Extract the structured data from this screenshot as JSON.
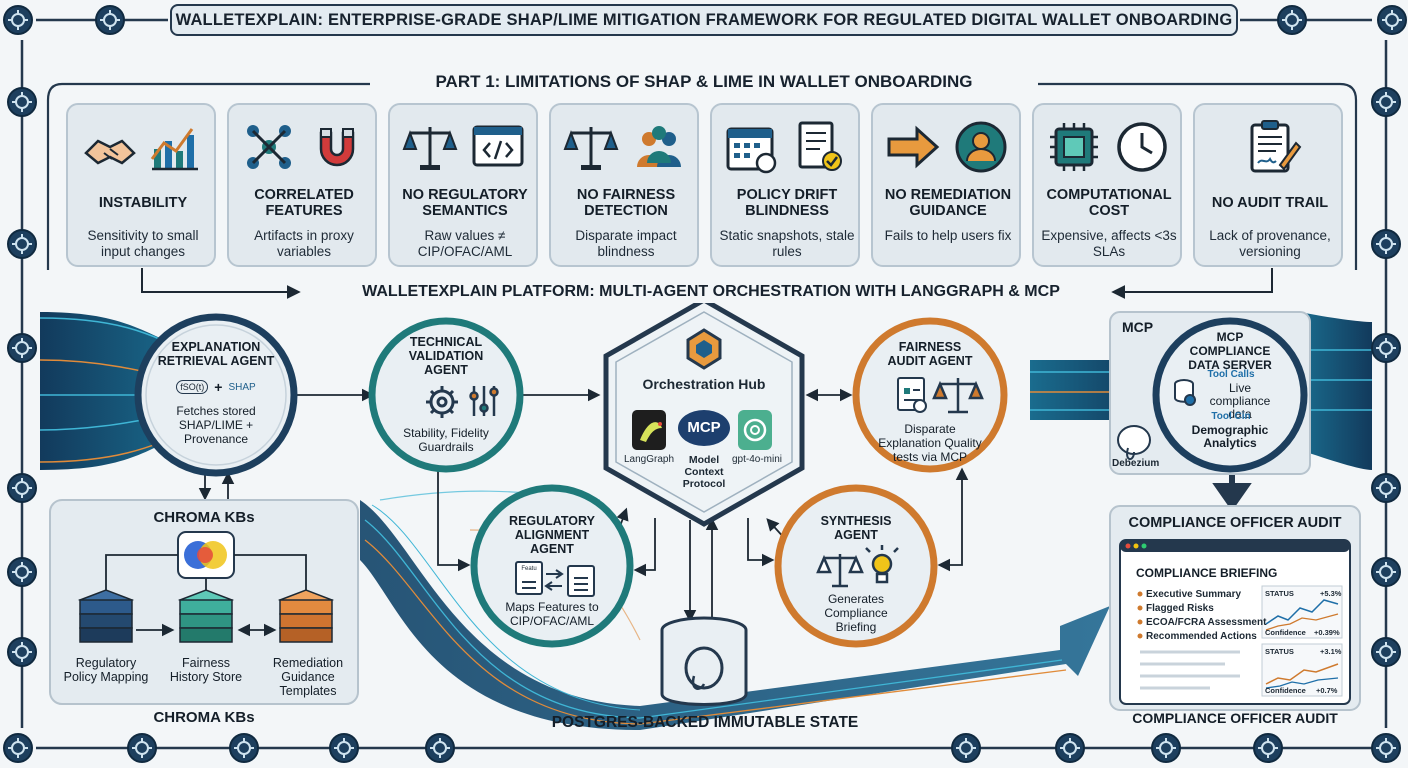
{
  "title": "WALLETEXPLAIN: ENTERPRISE-GRADE SHAP/LIME MITIGATION FRAMEWORK FOR REGULATED DIGITAL WALLET ONBOARDING",
  "part1": {
    "title": "PART 1: LIMITATIONS OF SHAP & LIME IN WALLET ONBOARDING",
    "limitations": [
      {
        "title": "INSTABILITY",
        "desc": "Sensitivity to small input changes",
        "icons": [
          "handshake-icon",
          "bar-chart-icon"
        ]
      },
      {
        "title": "CORRELATED FEATURES",
        "desc": "Artifacts in proxy variables",
        "icons": [
          "network-icon",
          "magnet-icon"
        ]
      },
      {
        "title": "NO REGULATORY SEMANTICS",
        "desc": "Raw values ≠ CIP/OFAC/AML",
        "icons": [
          "scales-icon",
          "code-window-icon"
        ]
      },
      {
        "title": "NO FAIRNESS DETECTION",
        "desc": "Disparate impact blindness",
        "icons": [
          "scales-icon",
          "people-icon"
        ]
      },
      {
        "title": "POLICY DRIFT BLINDNESS",
        "desc": "Static snapshots, stale rules",
        "icons": [
          "calendar-icon",
          "document-check-icon"
        ]
      },
      {
        "title": "NO REMEDIATION GUIDANCE",
        "desc": "Fails to help users fix",
        "icons": [
          "arrow-right-icon",
          "user-icon"
        ]
      },
      {
        "title": "COMPUTATIONAL COST",
        "desc": "Expensive, affects <3s SLAs",
        "icons": [
          "chip-icon",
          "clock-icon"
        ]
      },
      {
        "title": "NO AUDIT TRAIL",
        "desc": "Lack of provenance, versioning",
        "icons": [
          "clipboard-sign-icon"
        ]
      }
    ]
  },
  "platform": {
    "title": "WALLETEXPLAIN PLATFORM: MULTI-AGENT ORCHESTRATION WITH LANGGRAPH & MCP",
    "explanation_agent": {
      "name": "EXPLANATION RETRIEVAL AGENT",
      "desc": "Fetches stored SHAP/LIME + Provenance",
      "logo1": "fSO(t)",
      "logo2": "SHAP"
    },
    "technical_agent": {
      "name": "TECHNICAL VALIDATION AGENT",
      "desc": "Stability, Fidelity Guardrails"
    },
    "hub": {
      "title": "Orchestration Hub",
      "tools": [
        {
          "label": "LangGraph",
          "icon": "langgraph-logo-icon"
        },
        {
          "label": "Model Context Protocol",
          "badge": "MCP",
          "icon": "mcp-logo-icon"
        },
        {
          "label": "gpt-4o-mini",
          "icon": "openai-logo-icon"
        }
      ]
    },
    "fairness_agent": {
      "name": "FAIRNESS AUDIT AGENT",
      "desc": "Disparate Explanation Quality tests via MCP"
    },
    "regulatory_agent": {
      "name": "REGULATORY ALIGNMENT AGENT",
      "desc": "Maps Features to CIP/OFAC/AML",
      "doc_label": "Featu"
    },
    "synthesis_agent": {
      "name": "SYNTHESIS AGENT",
      "desc": "Generates Compliance Briefing"
    }
  },
  "mcp": {
    "label": "MCP",
    "server": {
      "name": "MCP COMPLIANCE DATA SERVER",
      "tool_calls_label": "Tool Calls",
      "live_data": "Live compliance data",
      "tool_cin_label": "Tool Cin",
      "demographic": "Demographic Analytics"
    },
    "debezium": "Debezium"
  },
  "chroma": {
    "title": "CHROMA KBs",
    "footer": "CHROMA KBs",
    "stores": [
      "Regulatory Policy Mapping",
      "Fairness History Store",
      "Remediation Guidance Templates"
    ]
  },
  "postgres_label": "POSTGRES-BACKED IMMUTABLE STATE",
  "audit": {
    "title": "COMPLIANCE OFFICER AUDIT",
    "footer": "COMPLIANCE OFFICER AUDIT",
    "briefing_title": "COMPLIANCE BRIEFING",
    "items": [
      "Executive Summary",
      "Flagged Risks",
      "ECOA/FCRA Assessment",
      "Recommended Actions"
    ],
    "status1": {
      "label": "STATUS",
      "delta": "+5.3%",
      "confidence_label": "Confidence",
      "confidence": "+0.39%"
    },
    "status2": {
      "label": "STATUS",
      "delta": "+3.1%",
      "confidence_label": "Confidence",
      "confidence": "+0.7%"
    }
  },
  "colors": {
    "navy": "#24384d",
    "teal": "#1f7a7a",
    "orange": "#cf7a2e",
    "circuit": "#3fb6d6"
  }
}
